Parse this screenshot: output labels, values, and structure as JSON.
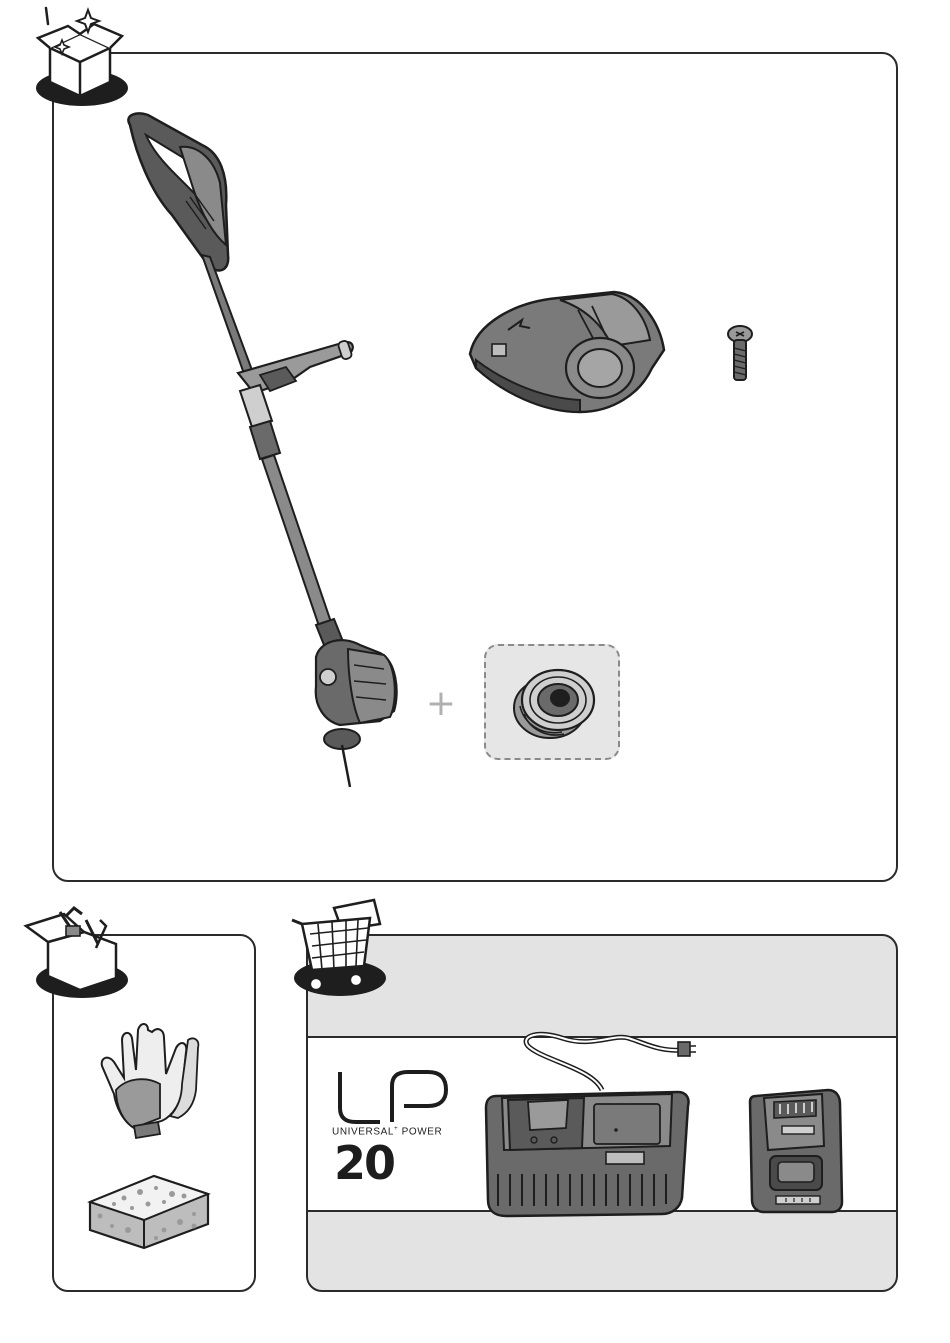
{
  "logo": {
    "mark": "UP",
    "line_universal": "UNIVERSAL",
    "line_plus": "+",
    "line_power": " POWER",
    "number": "20"
  },
  "symbols": {
    "plus": "+"
  },
  "icons": {
    "unboxing": "open-box-sparkle-icon",
    "toolbox": "toolbox-icon",
    "shopping": "shopping-cart-icon"
  },
  "colors": {
    "outline": "#2b2b2b",
    "part_dark": "#5a5a5a",
    "part_mid": "#8a8a8a",
    "part_light": "#bdbdbd",
    "shop_background": "#e3e3e3"
  }
}
